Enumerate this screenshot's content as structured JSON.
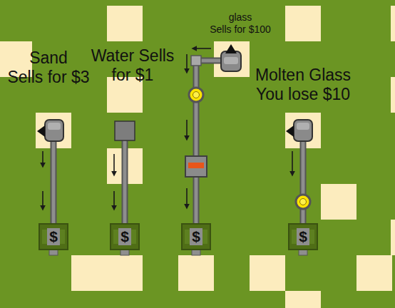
{
  "diagram": {
    "labels": [
      "glass Sells for $100",
      "Sand Sells for $3",
      "Water Sells for $1",
      "Molten Glass You lose $10",
      "$",
      "$",
      "$",
      "$"
    ]
  }
}
